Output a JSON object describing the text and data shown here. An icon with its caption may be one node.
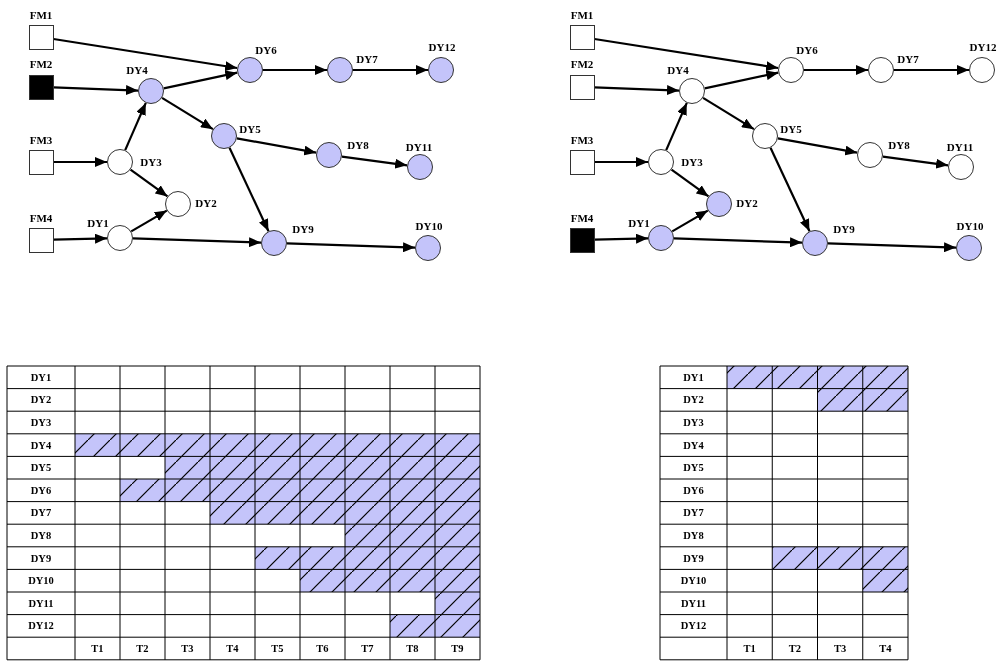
{
  "diagram": {
    "nodes": [
      {
        "text": [
          "FM1"
        ]
      },
      {
        "text": [
          "FM2"
        ]
      },
      {
        "text": [
          "DY4"
        ]
      },
      {
        "text": [
          "DY6"
        ]
      },
      {
        "text": [
          "DY7"
        ]
      },
      {
        "text": [
          "DY12"
        ]
      },
      {
        "text": [
          "DY5"
        ]
      },
      {
        "text": [
          "DY8"
        ]
      },
      {
        "text": [
          "DY11"
        ]
      },
      {
        "text": [
          "FM3"
        ]
      },
      {
        "text": [
          "DY3"
        ]
      },
      {
        "text": [
          "DY2"
        ]
      },
      {
        "text": [
          "FM4"
        ]
      },
      {
        "text": [
          "DY1"
        ]
      },
      {
        "text": [
          "DY9"
        ]
      },
      {
        "text": [
          "DY10"
        ]
      },
      {
        "text": [
          "FM1"
        ]
      },
      {
        "text": [
          "FM2"
        ]
      },
      {
        "text": [
          "DY4"
        ]
      },
      {
        "text": [
          "DY6"
        ]
      },
      {
        "text": [
          "DY7"
        ]
      },
      {
        "text": [
          "DY12"
        ]
      },
      {
        "text": [
          "DY5"
        ]
      },
      {
        "text": [
          "DY8"
        ]
      },
      {
        "text": [
          "DY11"
        ]
      },
      {
        "text": [
          "FM3"
        ]
      },
      {
        "text": [
          "DY3"
        ]
      },
      {
        "text": [
          "DY2"
        ]
      },
      {
        "text": [
          "FM4"
        ]
      },
      {
        "text": [
          "DY1"
        ]
      },
      {
        "text": [
          "DY9"
        ]
      },
      {
        "text": [
          "DY10"
        ]
      }
    ],
    "edges": [
      {
        "from": 0,
        "to": 3,
        "arrow": "to"
      },
      {
        "from": 1,
        "to": 2,
        "arrow": "to"
      },
      {
        "from": 2,
        "to": 3,
        "arrow": "to"
      },
      {
        "from": 3,
        "to": 4,
        "arrow": "to"
      },
      {
        "from": 4,
        "to": 5,
        "arrow": "to"
      },
      {
        "from": 2,
        "to": 6,
        "arrow": "to"
      },
      {
        "from": 6,
        "to": 7,
        "arrow": "to"
      },
      {
        "from": 7,
        "to": 8,
        "arrow": "to"
      },
      {
        "from": 6,
        "to": 14,
        "arrow": "to"
      },
      {
        "from": 9,
        "to": 10,
        "arrow": "to"
      },
      {
        "from": 10,
        "to": 2,
        "arrow": "to"
      },
      {
        "from": 10,
        "to": 11,
        "arrow": "to"
      },
      {
        "from": 12,
        "to": 13,
        "arrow": "to"
      },
      {
        "from": 13,
        "to": 11,
        "arrow": "to"
      },
      {
        "from": 13,
        "to": 14,
        "arrow": "to"
      },
      {
        "from": 14,
        "to": 15,
        "arrow": "to"
      },
      {
        "from": 16,
        "to": 19,
        "arrow": "to"
      },
      {
        "from": 17,
        "to": 18,
        "arrow": "to"
      },
      {
        "from": 18,
        "to": 19,
        "arrow": "to"
      },
      {
        "from": 19,
        "to": 20,
        "arrow": "to"
      },
      {
        "from": 20,
        "to": 21,
        "arrow": "to"
      },
      {
        "from": 18,
        "to": 22,
        "arrow": "to"
      },
      {
        "from": 22,
        "to": 23,
        "arrow": "to"
      },
      {
        "from": 23,
        "to": 24,
        "arrow": "to"
      },
      {
        "from": 22,
        "to": 30,
        "arrow": "to"
      },
      {
        "from": 25,
        "to": 26,
        "arrow": "to"
      },
      {
        "from": 26,
        "to": 18,
        "arrow": "to"
      },
      {
        "from": 26,
        "to": 27,
        "arrow": "to"
      },
      {
        "from": 28,
        "to": 29,
        "arrow": "to"
      },
      {
        "from": 29,
        "to": 27,
        "arrow": "to"
      },
      {
        "from": 29,
        "to": 30,
        "arrow": "to"
      },
      {
        "from": 30,
        "to": 31,
        "arrow": "to"
      }
    ],
    "labels": [
      "DY1",
      "DY2",
      "DY3",
      "DY4",
      "DY5",
      "DY6",
      "DY7",
      "DY8",
      "DY9",
      "DY10",
      "DY11",
      "DY12",
      "T1",
      "T2",
      "T3",
      "T4",
      "T5",
      "T6",
      "T7",
      "T8",
      "T9",
      "DY1",
      "DY2",
      "DY3",
      "DY4",
      "DY5",
      "DY6",
      "DY7",
      "DY8",
      "DY9",
      "DY10",
      "DY11",
      "DY12",
      "T1",
      "T2",
      "T3",
      "T4"
    ]
  }
}
